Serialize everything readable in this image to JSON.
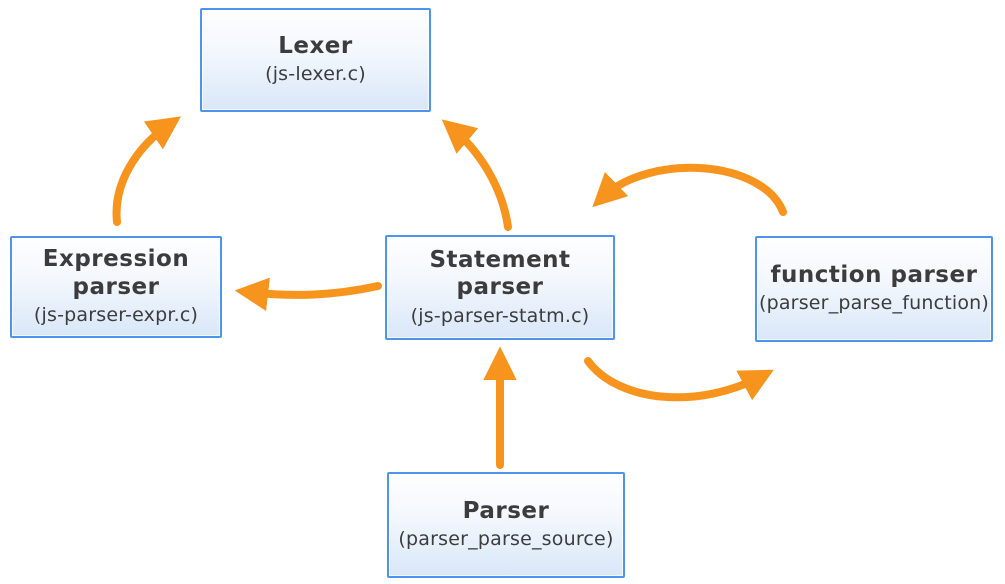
{
  "diagram": {
    "nodes": {
      "lexer": {
        "title": "Lexer",
        "subtitle": "(js-lexer.c)"
      },
      "expression_parser": {
        "title": "Expression\nparser",
        "subtitle": "(js-parser-expr.c)"
      },
      "statement_parser": {
        "title": "Statement\nparser",
        "subtitle": "(js-parser-statm.c)"
      },
      "function_parser": {
        "title": "function parser",
        "subtitle": "(parser_parse_function)"
      },
      "parser": {
        "title": "Parser",
        "subtitle": "(parser_parse_source)"
      }
    },
    "edges": [
      {
        "from": "expression_parser",
        "to": "lexer",
        "style": "curved"
      },
      {
        "from": "statement_parser",
        "to": "lexer",
        "style": "curved"
      },
      {
        "from": "statement_parser",
        "to": "expression_parser",
        "style": "curved"
      },
      {
        "from": "function_parser",
        "to": "statement_parser",
        "style": "arc-top"
      },
      {
        "from": "statement_parser",
        "to": "function_parser",
        "style": "arc-bottom"
      },
      {
        "from": "parser",
        "to": "statement_parser",
        "style": "straight"
      }
    ],
    "colors": {
      "arrow": "#F7941D",
      "node_border": "#4E94EC",
      "node_fill_top": "#FDFEFF",
      "node_fill_bottom": "#D9E7F8",
      "text": "#3C3C3C",
      "background": "#FFFFFF"
    }
  }
}
